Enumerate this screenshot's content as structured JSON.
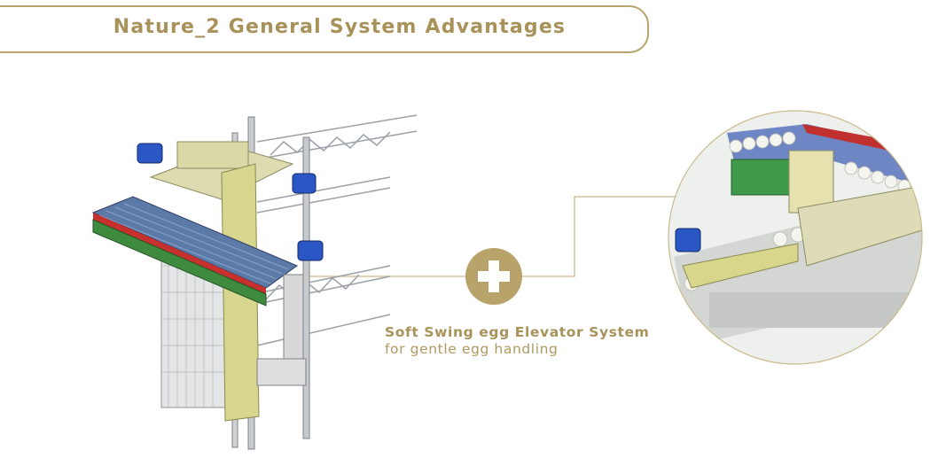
{
  "title": "Nature_2 General System Advantages",
  "caption": {
    "bold": "Soft Swing egg Elevator System",
    "rest": "for gentle egg handling"
  },
  "icons": {
    "plus": "plus-icon"
  },
  "colors": {
    "gold": "#b8a36a",
    "title_text": "#a8925a"
  }
}
